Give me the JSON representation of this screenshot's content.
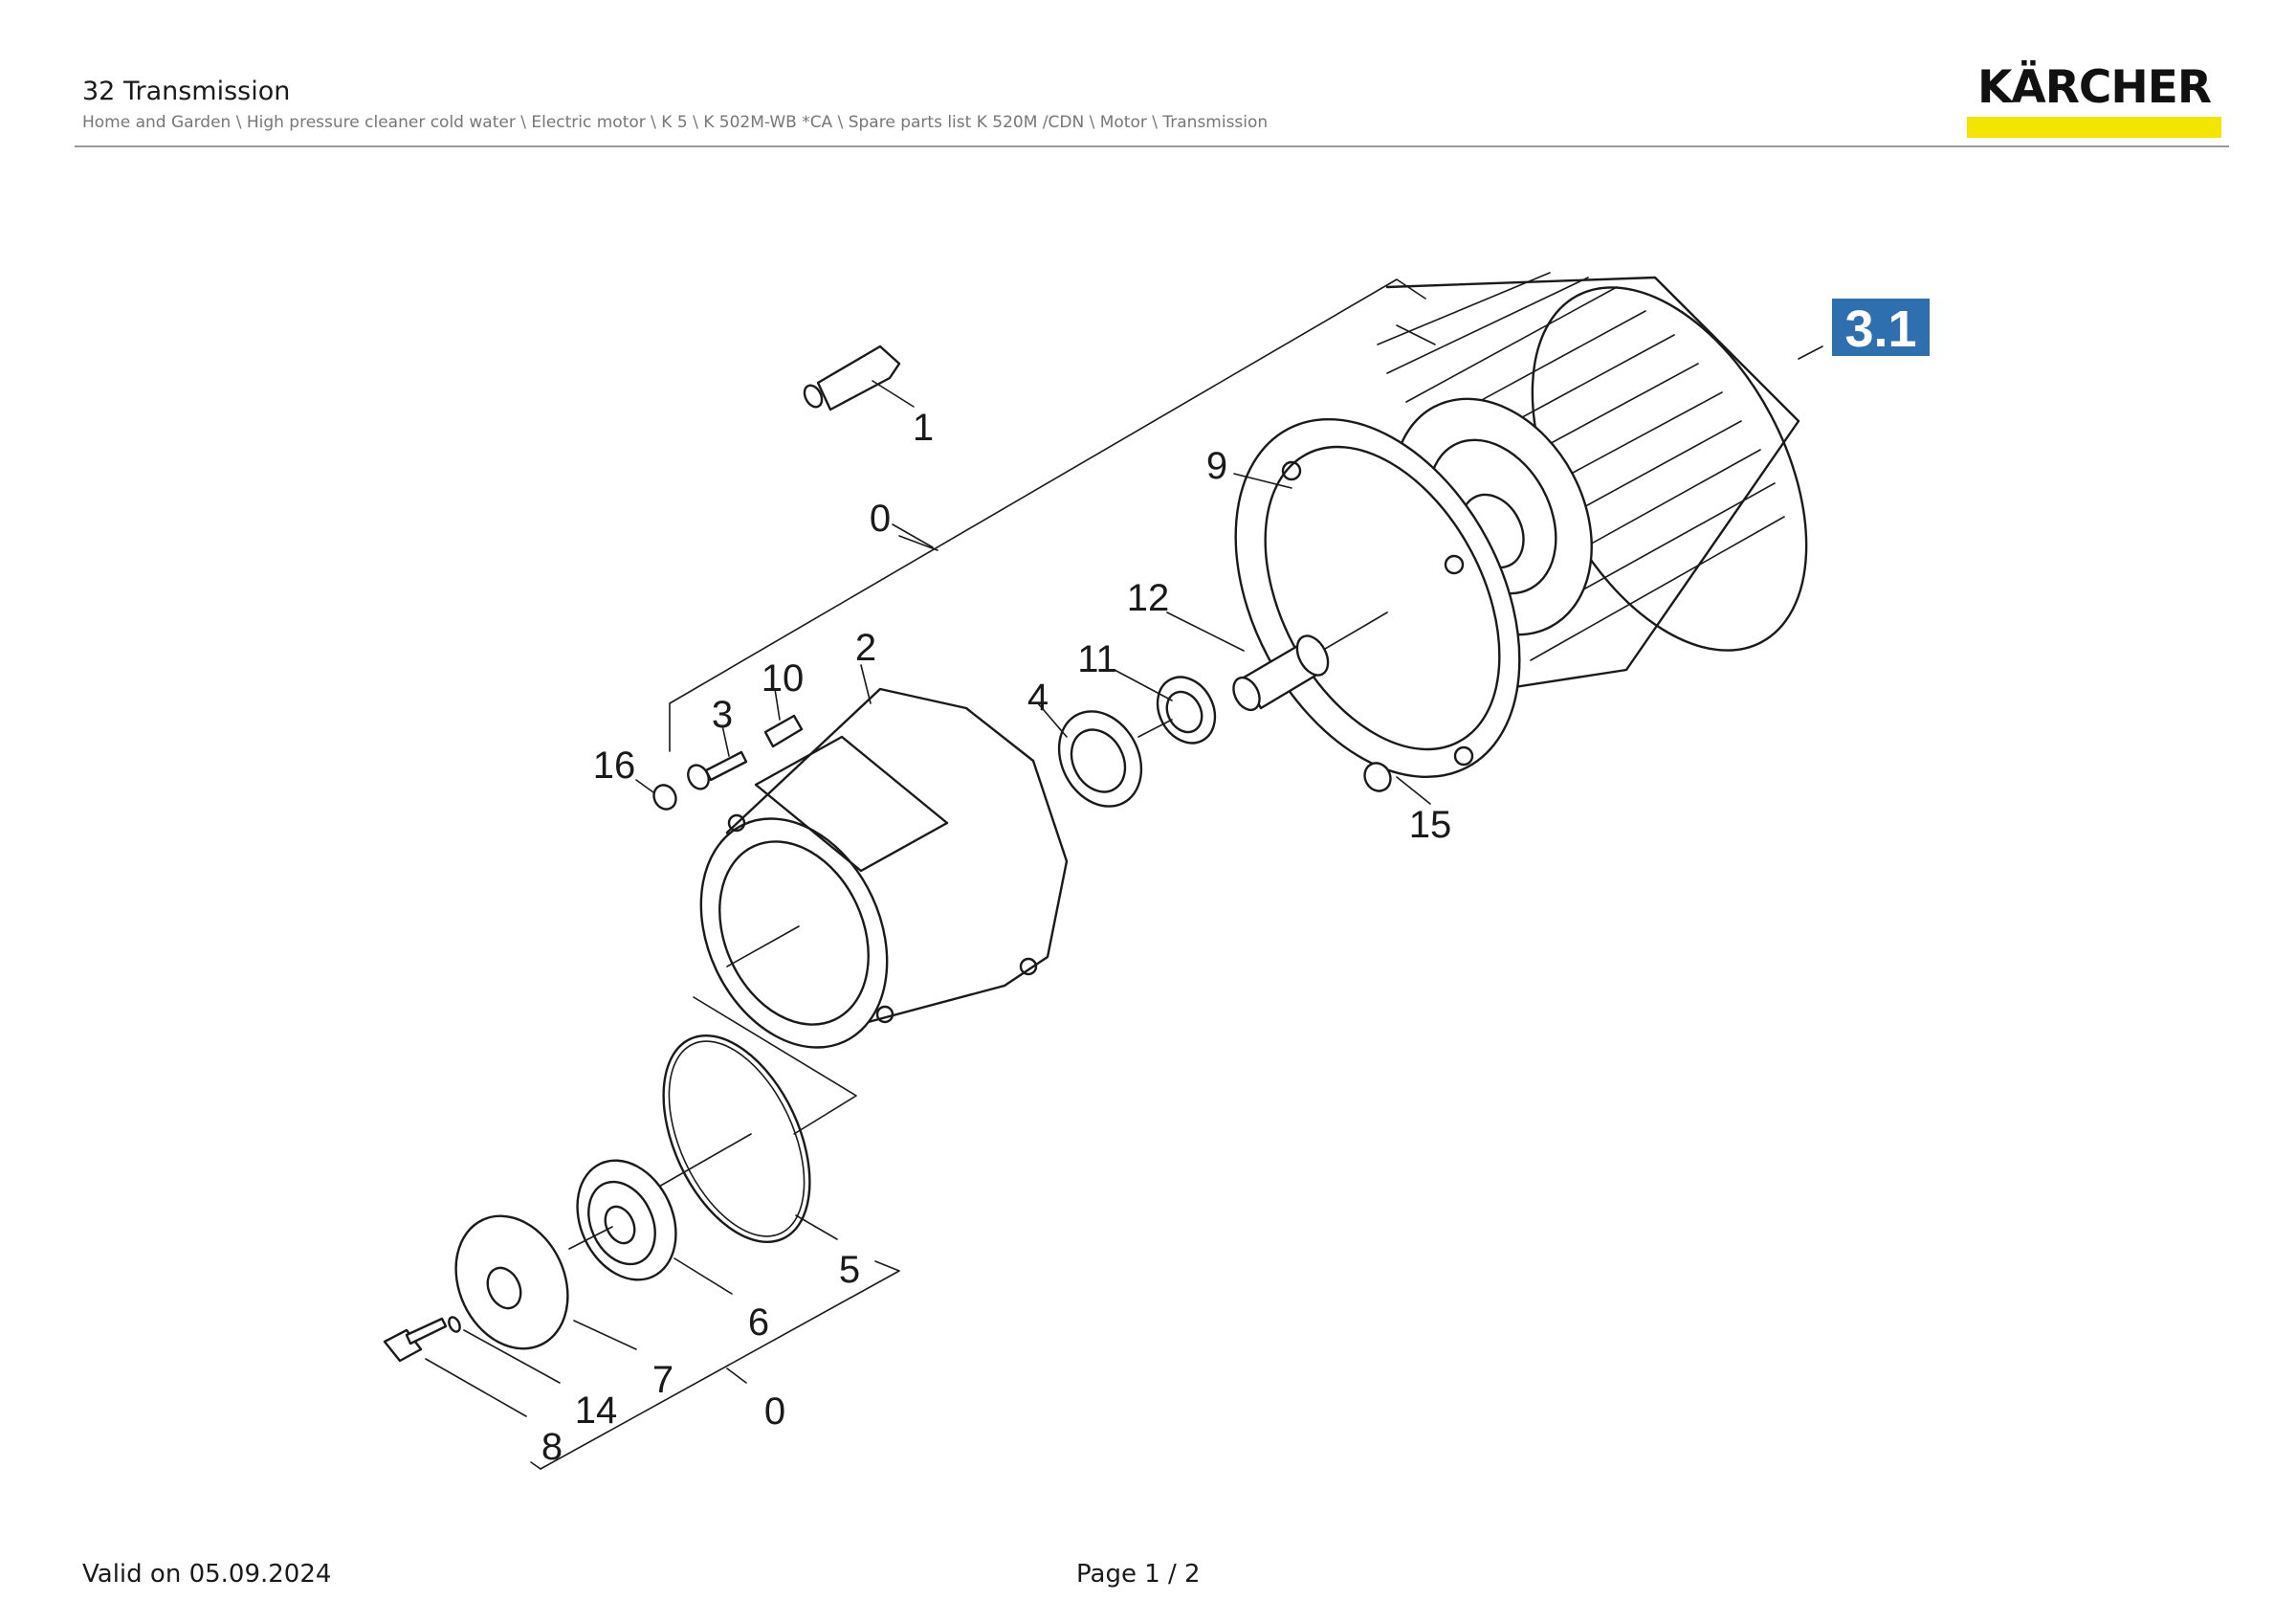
{
  "header": {
    "title": "32 Transmission",
    "breadcrumb": "Home and Garden \\ High pressure cleaner cold water \\ Electric motor \\ K 5 \\ K 502M-WB *CA \\ Spare parts list K 520M /CDN \\ Motor \\ Transmission",
    "logo_text": "KÄRCHER",
    "logo_bar_color": "#f2e500"
  },
  "diagram": {
    "badge": {
      "text": "3.1",
      "color": "#2e6fb0"
    },
    "callouts": {
      "c0_top": "0",
      "c1": "1",
      "c2": "2",
      "c3": "3",
      "c4": "4",
      "c5": "5",
      "c6": "6",
      "c7": "7",
      "c8": "8",
      "c9": "9",
      "c10": "10",
      "c11": "11",
      "c12": "12",
      "c14": "14",
      "c15": "15",
      "c16": "16",
      "c0_bottom": "0"
    }
  },
  "footer": {
    "valid_on": "Valid on 05.09.2024",
    "page": "Page 1 / 2"
  }
}
